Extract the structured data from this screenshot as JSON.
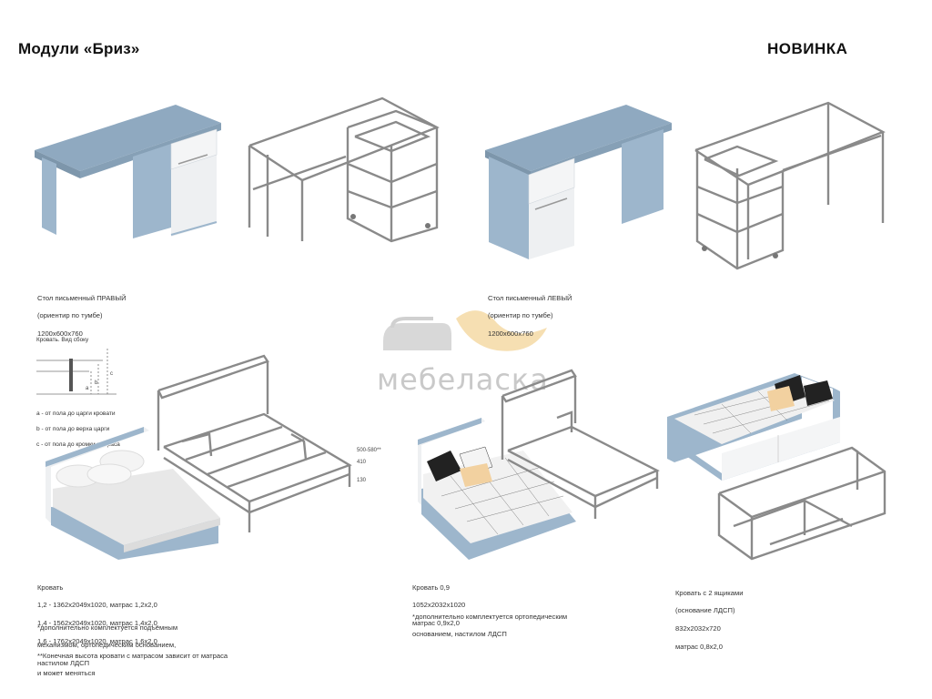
{
  "header": {
    "title": "Модули «Бриз»",
    "badge": "НОВИНКА"
  },
  "watermark": {
    "text": "мебеласка"
  },
  "colors": {
    "body_blue": "#9db6cc",
    "top_blue": "#8fa9c0",
    "drawer_white": "#f4f5f6",
    "frame_gray": "#888888",
    "sheet_white": "#eeeeee"
  },
  "products": {
    "desk_right": {
      "lines": [
        "Стол письменный ПРАВЫЙ",
        "(ориентир по тумбе)",
        "1200х600х760"
      ]
    },
    "desk_left": {
      "lines": [
        "Стол письменный ЛЕВЫЙ",
        "(ориентир по тумбе)",
        "1200х600х760"
      ]
    },
    "bed_side_view": {
      "title": "Кровать. Вид сбоку",
      "marks": [
        "a",
        "b",
        "c"
      ],
      "legend": [
        "а - от пола до царги кровати",
        "b - от пола до верха царги",
        "c - от пола до кромки матраса"
      ]
    },
    "bed_dims": {
      "top": "500-580**",
      "mid": "410",
      "low": "130"
    },
    "bed": {
      "lines": [
        "Кровать",
        "1,2 - 1362x2049x1020, матрас 1,2х2,0",
        "1,4 - 1562x2049x1020, матрас 1,4х2,0",
        "1,6 - 1762x2049x1020, матрас 1,6х2,0"
      ],
      "notes": [
        "*дополнительно комплектуется подъёмным",
        "механизмом, ортопедическим основанием,",
        "настилом ЛДСП"
      ],
      "notes2": [
        "**Конечная высота кровати с матрасом зависит от матраса",
        "и может меняться"
      ]
    },
    "bed_09": {
      "lines": [
        "Кровать 0,9",
        "1052x2032x1020",
        "матрас 0,9х2,0"
      ],
      "notes": [
        "*дополнительно комплектуется ортопедическим",
        "основанием, настилом ЛДСП"
      ]
    },
    "bed_drawers": {
      "lines": [
        "Кровать с 2 ящиками",
        "(основание ЛДСП)",
        "832x2032x720",
        "матрас 0,8х2,0"
      ]
    }
  }
}
